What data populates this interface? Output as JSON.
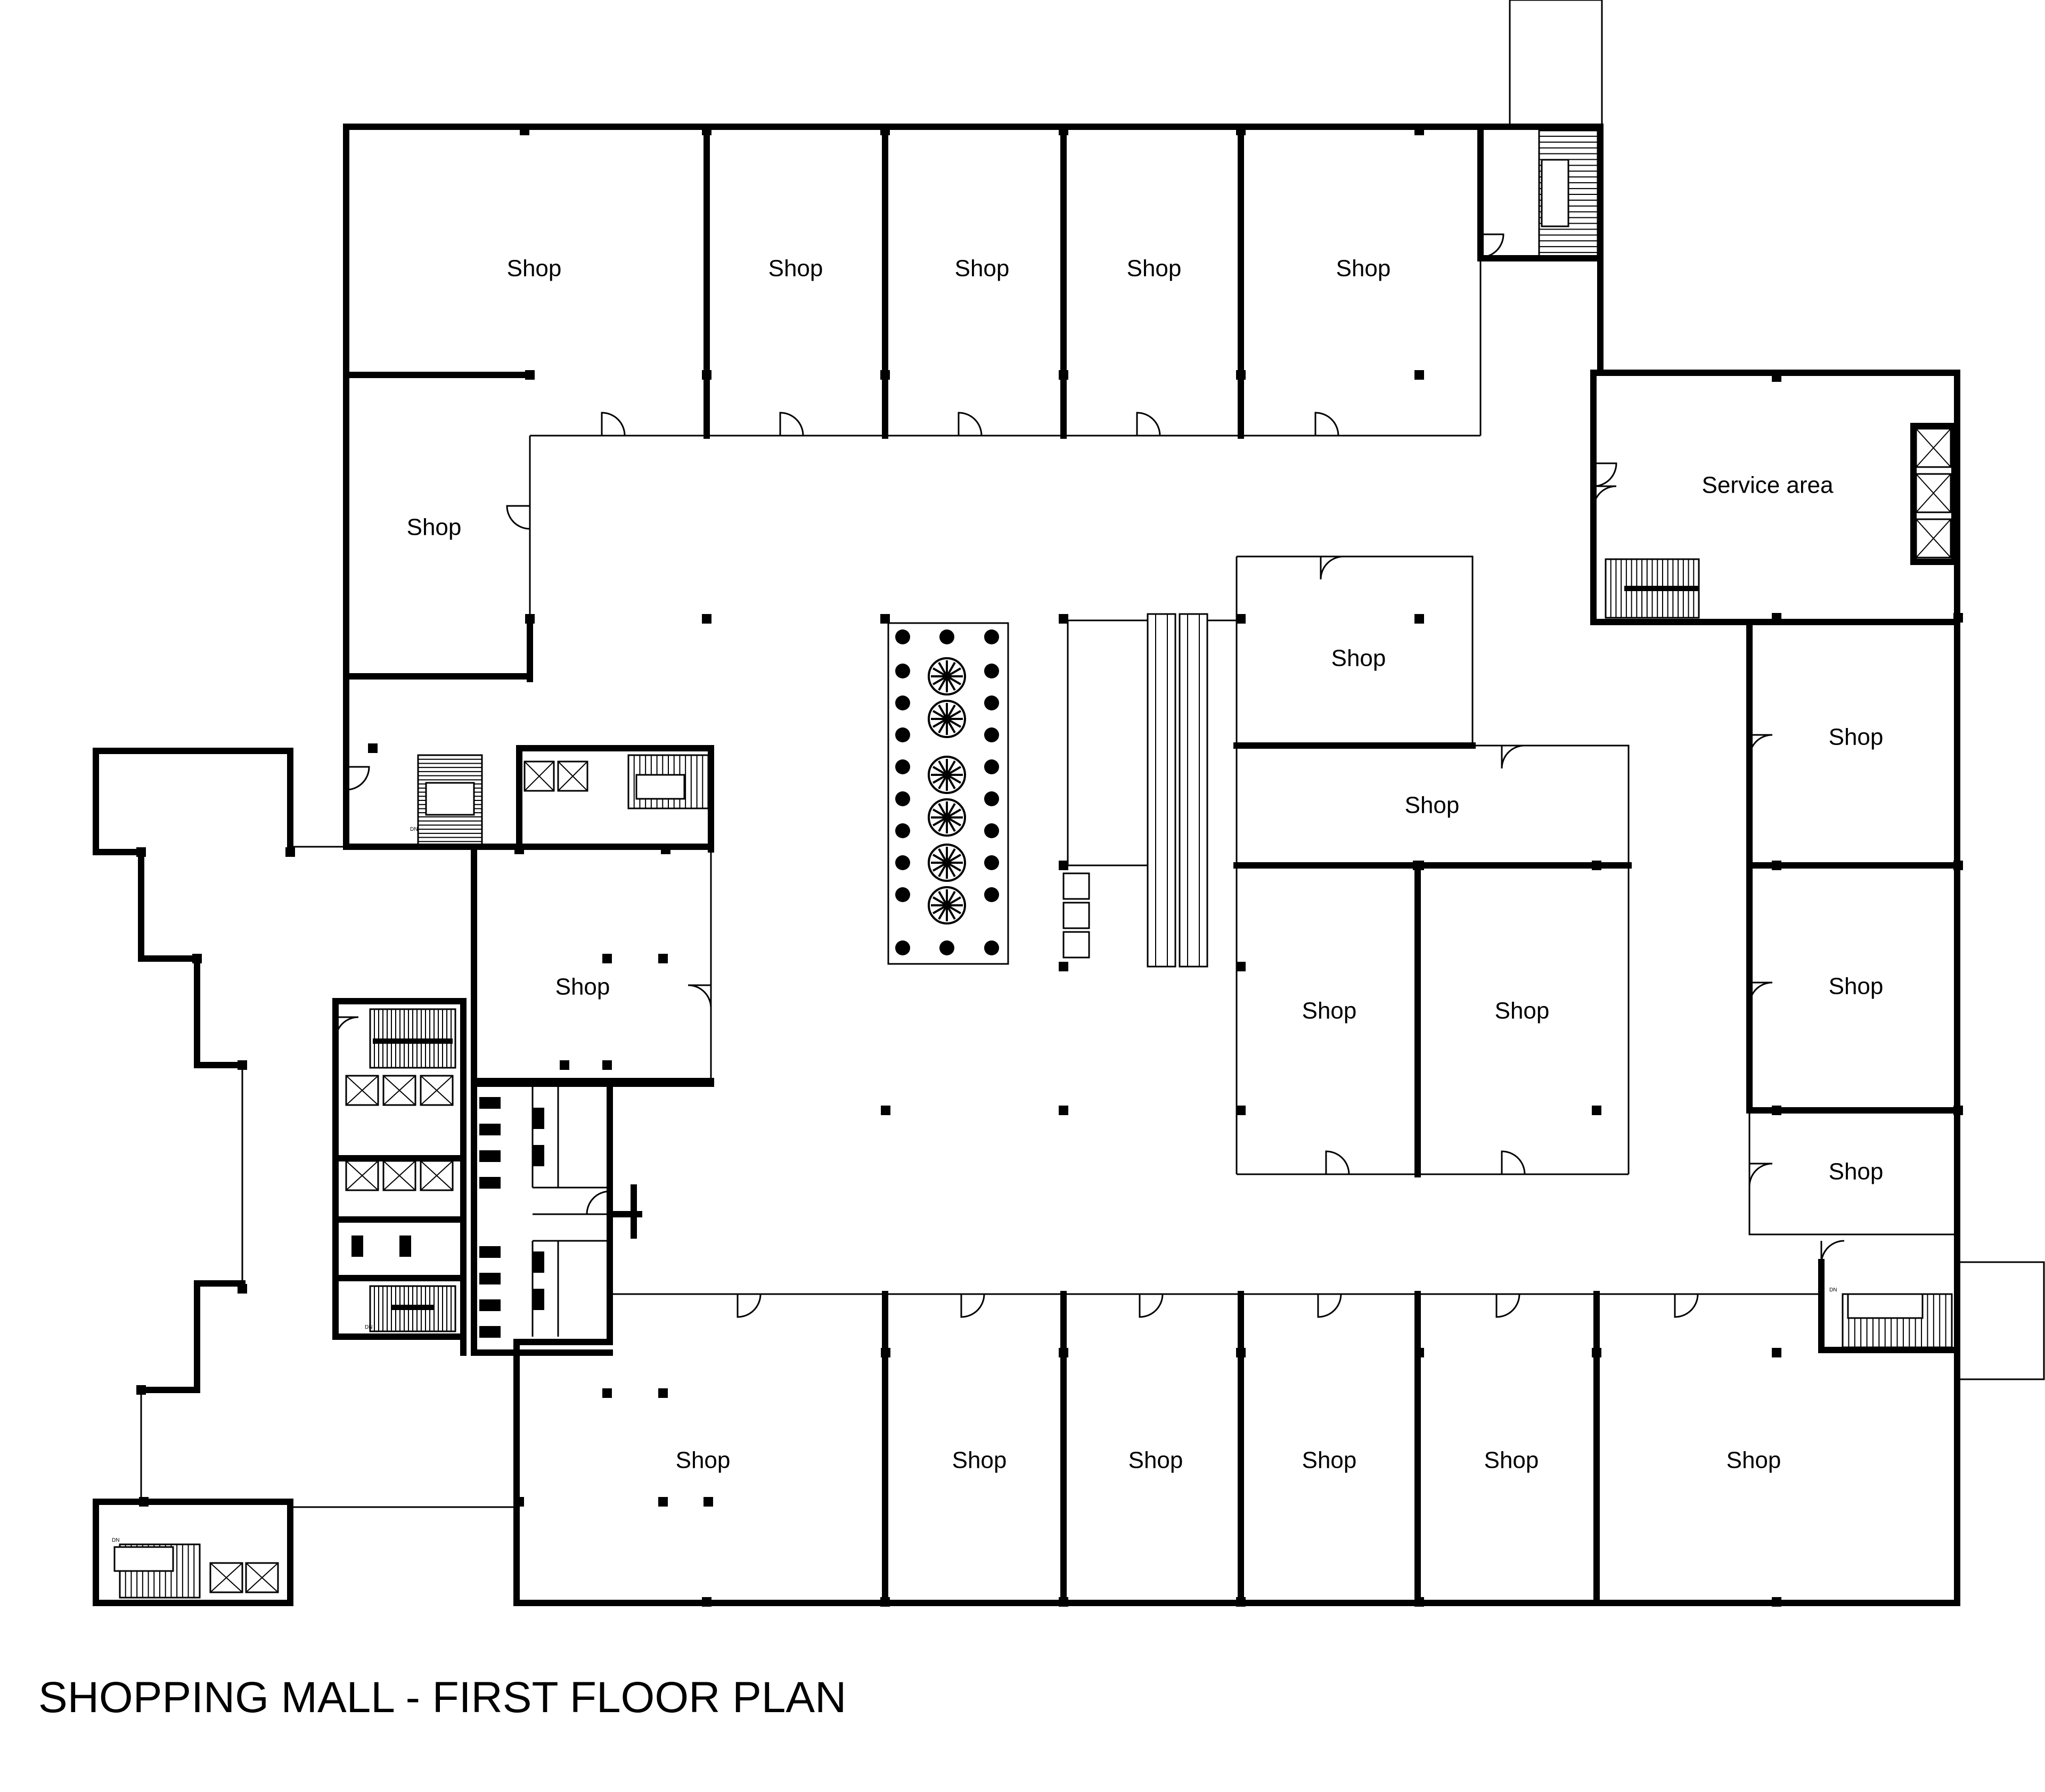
{
  "plan_title": "SHOPPING MALL - FIRST FLOOR PLAN",
  "rooms": [
    {
      "label": "Shop"
    },
    {
      "label": "Shop"
    },
    {
      "label": "Shop"
    },
    {
      "label": "Shop"
    },
    {
      "label": "Shop"
    },
    {
      "label": "Shop"
    },
    {
      "label": "Service area"
    },
    {
      "label": "Shop"
    },
    {
      "label": "Shop"
    },
    {
      "label": "Shop"
    },
    {
      "label": "Shop"
    },
    {
      "label": "Shop"
    },
    {
      "label": "Shop"
    },
    {
      "label": "Shop"
    },
    {
      "label": "Shop"
    },
    {
      "label": "Shop"
    },
    {
      "label": "Shop"
    },
    {
      "label": "Shop"
    },
    {
      "label": "Shop"
    },
    {
      "label": "Shop"
    },
    {
      "label": "Shop"
    }
  ],
  "stair_marks": {
    "down": "DN"
  },
  "colors": {
    "line": "#000000",
    "background": "#ffffff"
  }
}
